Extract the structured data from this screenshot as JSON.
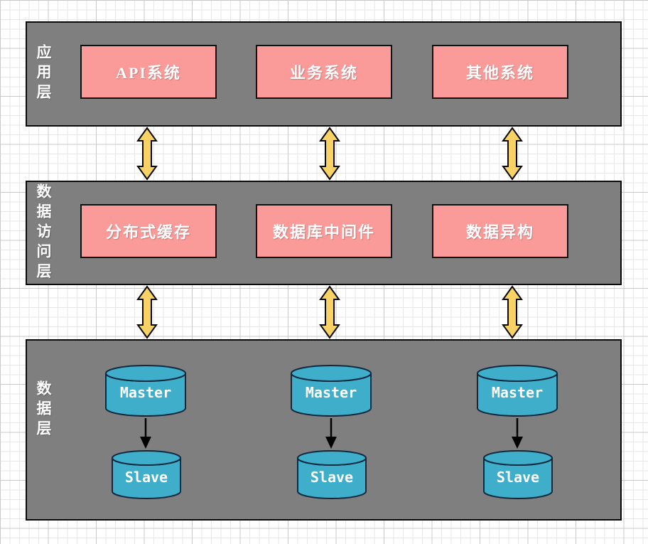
{
  "layers": [
    {
      "label": "应用层",
      "boxes": [
        {
          "label": "API系统"
        },
        {
          "label": "业务系统"
        },
        {
          "label": "其他系统"
        }
      ]
    },
    {
      "label": "数据访问层",
      "boxes": [
        {
          "label": "分布式缓存"
        },
        {
          "label": "数据库中间件"
        },
        {
          "label": "数据异构"
        }
      ]
    },
    {
      "label": "数据层",
      "columns": [
        {
          "master": "Master",
          "slave": "Slave"
        },
        {
          "master": "Master",
          "slave": "Slave"
        },
        {
          "master": "Master",
          "slave": "Slave"
        }
      ]
    }
  ],
  "colors": {
    "layer_band": "#7f7f7f",
    "node_pink": "#fa9a99",
    "arrow_yellow": "#f8d264",
    "database_teal": "#3eaecb",
    "database_outline": "#10293f",
    "outline": "#0a0a0a",
    "text": "#ffffff"
  }
}
